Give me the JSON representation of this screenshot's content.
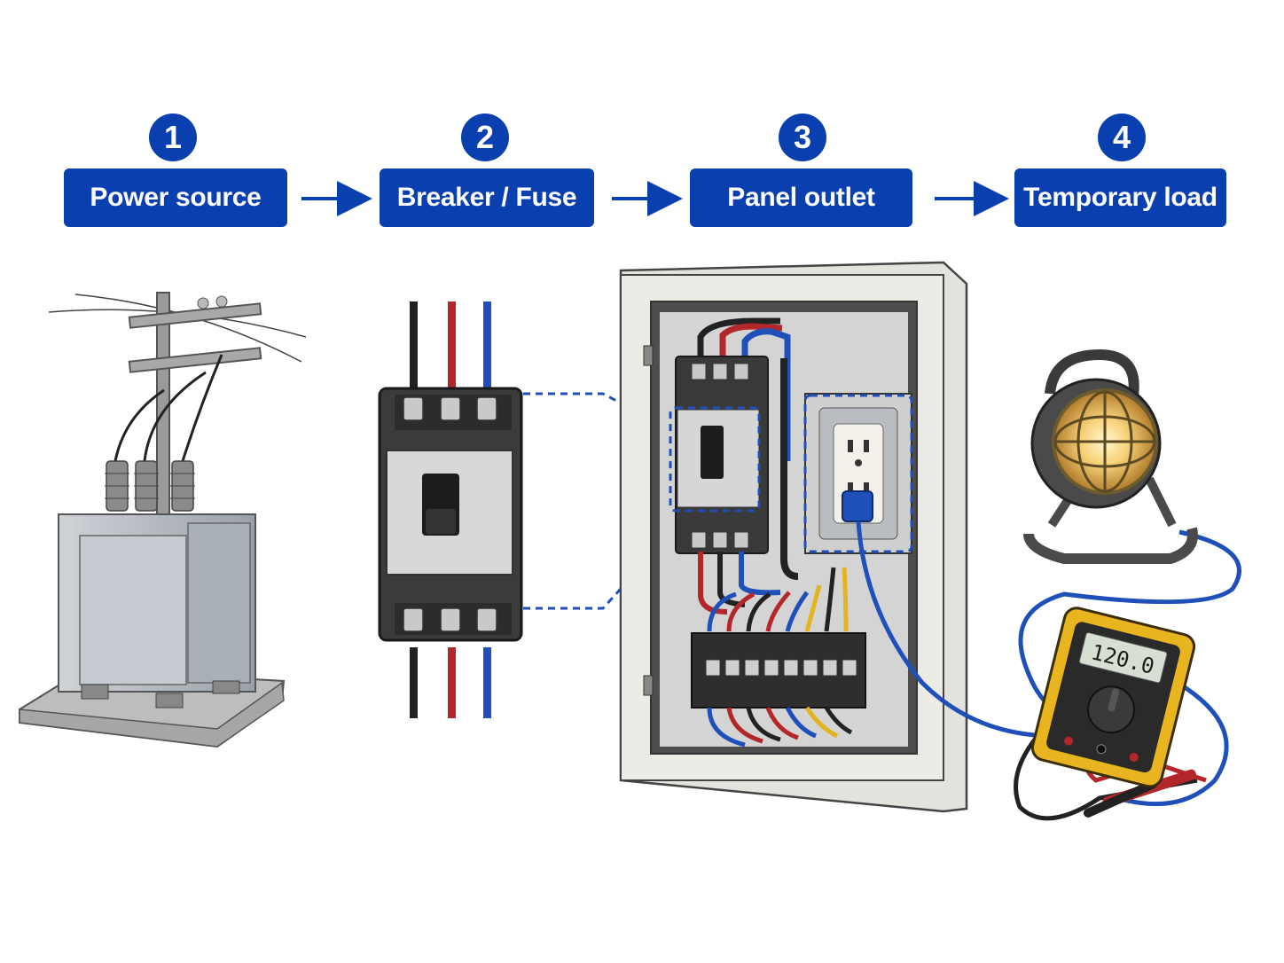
{
  "steps": [
    {
      "number": "1",
      "label": "Power source"
    },
    {
      "number": "2",
      "label": "Breaker / Fuse"
    },
    {
      "number": "3",
      "label": "Panel outlet"
    },
    {
      "number": "4",
      "label": "Temporary load"
    }
  ],
  "multimeter": {
    "reading": "120.0"
  },
  "colors": {
    "accent": "#0a3fb0",
    "wire_red": "#b3262a",
    "wire_blue": "#1f4fb8",
    "wire_black": "#222222",
    "meter_yellow": "#e8b420"
  }
}
